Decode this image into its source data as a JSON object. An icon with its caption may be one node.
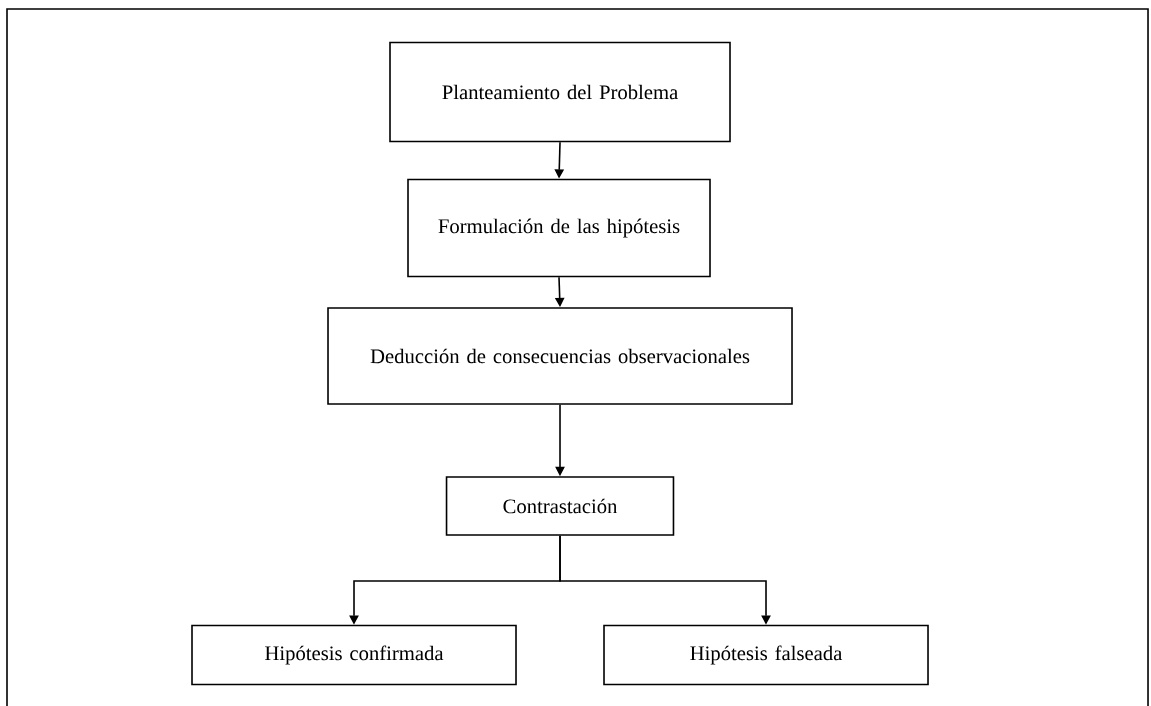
{
  "diagram": {
    "nodes": [
      {
        "text": [
          "Planteamiento del Problema"
        ]
      },
      {
        "text": [
          "Formulación de las hipótesis"
        ]
      },
      {
        "text": [
          "Deducción de consecuencias observacionales"
        ]
      },
      {
        "text": [
          "Contrastación"
        ]
      },
      {
        "text": [
          "Hipótesis confirmada"
        ]
      },
      {
        "text": [
          "Hipótesis falseada"
        ]
      }
    ],
    "edges": [
      {
        "from": 0,
        "to": 1,
        "arrow": "to"
      },
      {
        "from": 1,
        "to": 2,
        "arrow": "to"
      },
      {
        "from": 2,
        "to": 3,
        "arrow": "to"
      },
      {
        "from": 3,
        "to": 4,
        "arrow": "to"
      },
      {
        "from": 3,
        "to": 5,
        "arrow": "to"
      }
    ]
  }
}
